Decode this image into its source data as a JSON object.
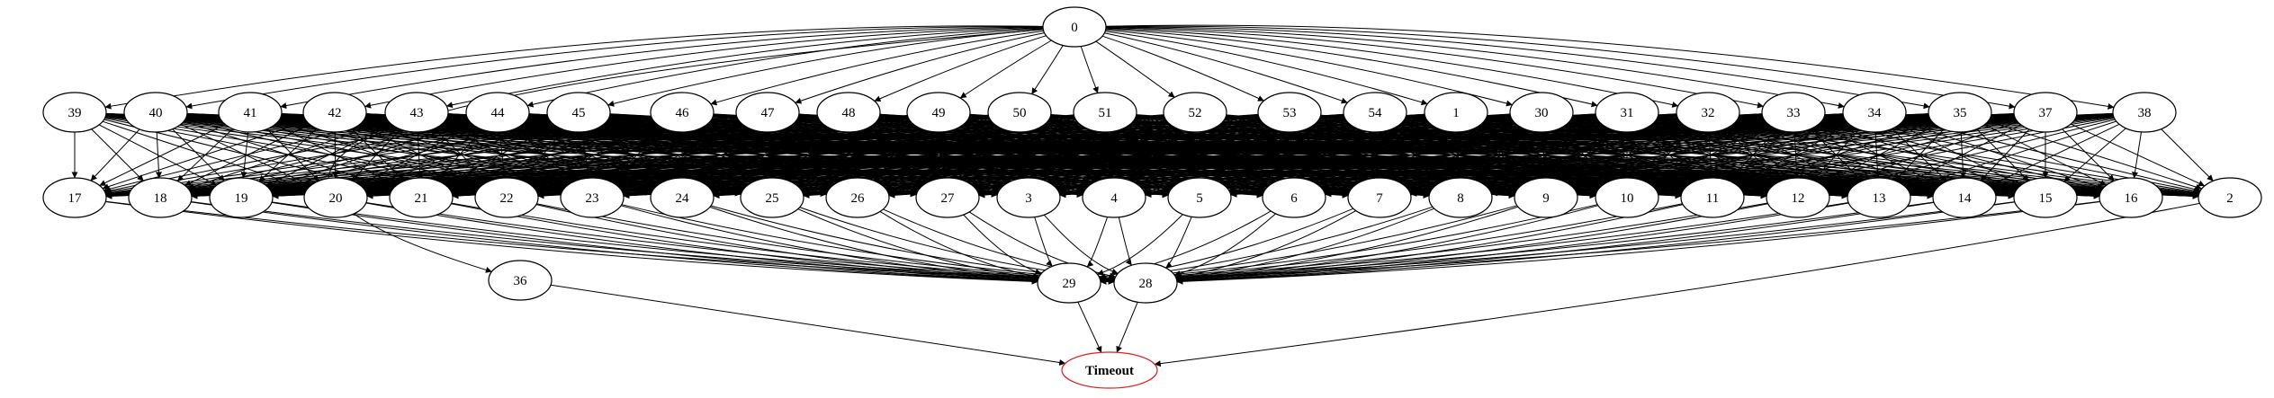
{
  "graph": {
    "nodes": [
      {
        "id": "0",
        "label": "0"
      },
      {
        "id": "39",
        "label": "39"
      },
      {
        "id": "40",
        "label": "40"
      },
      {
        "id": "41",
        "label": "41"
      },
      {
        "id": "42",
        "label": "42"
      },
      {
        "id": "43",
        "label": "43"
      },
      {
        "id": "44",
        "label": "44"
      },
      {
        "id": "45",
        "label": "45"
      },
      {
        "id": "46",
        "label": "46"
      },
      {
        "id": "47",
        "label": "47"
      },
      {
        "id": "48",
        "label": "48"
      },
      {
        "id": "49",
        "label": "49"
      },
      {
        "id": "50",
        "label": "50"
      },
      {
        "id": "51",
        "label": "51"
      },
      {
        "id": "52",
        "label": "52"
      },
      {
        "id": "53",
        "label": "53"
      },
      {
        "id": "54",
        "label": "54"
      },
      {
        "id": "1",
        "label": "1"
      },
      {
        "id": "30",
        "label": "30"
      },
      {
        "id": "31",
        "label": "31"
      },
      {
        "id": "32",
        "label": "32"
      },
      {
        "id": "33",
        "label": "33"
      },
      {
        "id": "34",
        "label": "34"
      },
      {
        "id": "35",
        "label": "35"
      },
      {
        "id": "37",
        "label": "37"
      },
      {
        "id": "38",
        "label": "38"
      },
      {
        "id": "17",
        "label": "17"
      },
      {
        "id": "18",
        "label": "18"
      },
      {
        "id": "19",
        "label": "19"
      },
      {
        "id": "20",
        "label": "20"
      },
      {
        "id": "21",
        "label": "21"
      },
      {
        "id": "22",
        "label": "22"
      },
      {
        "id": "23",
        "label": "23"
      },
      {
        "id": "24",
        "label": "24"
      },
      {
        "id": "25",
        "label": "25"
      },
      {
        "id": "26",
        "label": "26"
      },
      {
        "id": "27",
        "label": "27"
      },
      {
        "id": "3",
        "label": "3"
      },
      {
        "id": "4",
        "label": "4"
      },
      {
        "id": "5",
        "label": "5"
      },
      {
        "id": "6",
        "label": "6"
      },
      {
        "id": "7",
        "label": "7"
      },
      {
        "id": "8",
        "label": "8"
      },
      {
        "id": "9",
        "label": "9"
      },
      {
        "id": "10",
        "label": "10"
      },
      {
        "id": "11",
        "label": "11"
      },
      {
        "id": "12",
        "label": "12"
      },
      {
        "id": "13",
        "label": "13"
      },
      {
        "id": "14",
        "label": "14"
      },
      {
        "id": "15",
        "label": "15"
      },
      {
        "id": "16",
        "label": "16"
      },
      {
        "id": "2",
        "label": "2"
      },
      {
        "id": "36",
        "label": "36"
      },
      {
        "id": "29",
        "label": "29"
      },
      {
        "id": "28",
        "label": "28"
      },
      {
        "id": "Timeout",
        "label": "Timeout",
        "color": "#e02020",
        "bold": true
      }
    ],
    "dense_sources": [
      "39",
      "40",
      "41",
      "42",
      "43",
      "44",
      "45",
      "46",
      "47",
      "48",
      "49",
      "50",
      "51",
      "52",
      "53",
      "54",
      "1",
      "30",
      "31",
      "32",
      "33",
      "34",
      "35",
      "37",
      "38"
    ],
    "dense_targets": [
      "17",
      "18",
      "19",
      "20",
      "21",
      "22",
      "23",
      "24",
      "25",
      "26",
      "27",
      "3",
      "4",
      "5",
      "6",
      "7",
      "8",
      "9",
      "10",
      "11",
      "12",
      "13",
      "14",
      "15",
      "16",
      "2"
    ],
    "sink_sources": [
      "17",
      "18",
      "19",
      "20",
      "21",
      "22",
      "23",
      "24",
      "25",
      "26",
      "27",
      "3",
      "4",
      "5",
      "6",
      "7",
      "8",
      "9",
      "10",
      "11",
      "12",
      "13",
      "14",
      "15",
      "16"
    ],
    "edges": [
      [
        "0",
        "39"
      ],
      [
        "0",
        "40"
      ],
      [
        "0",
        "41"
      ],
      [
        "0",
        "42"
      ],
      [
        "0",
        "43"
      ],
      [
        "0",
        "44"
      ],
      [
        "0",
        "45"
      ],
      [
        "0",
        "46"
      ],
      [
        "0",
        "47"
      ],
      [
        "0",
        "48"
      ],
      [
        "0",
        "49"
      ],
      [
        "0",
        "50"
      ],
      [
        "0",
        "51"
      ],
      [
        "0",
        "52"
      ],
      [
        "0",
        "53"
      ],
      [
        "0",
        "54"
      ],
      [
        "0",
        "1"
      ],
      [
        "0",
        "30"
      ],
      [
        "0",
        "31"
      ],
      [
        "0",
        "32"
      ],
      [
        "0",
        "33"
      ],
      [
        "0",
        "34"
      ],
      [
        "0",
        "35"
      ],
      [
        "0",
        "37"
      ],
      [
        "0",
        "38"
      ],
      [
        "0",
        "36"
      ],
      [
        "36",
        "Timeout"
      ],
      [
        "29",
        "Timeout"
      ],
      [
        "28",
        "Timeout"
      ],
      [
        "2",
        "Timeout"
      ]
    ],
    "edge_color": "#000000",
    "background": "#ffffff"
  }
}
